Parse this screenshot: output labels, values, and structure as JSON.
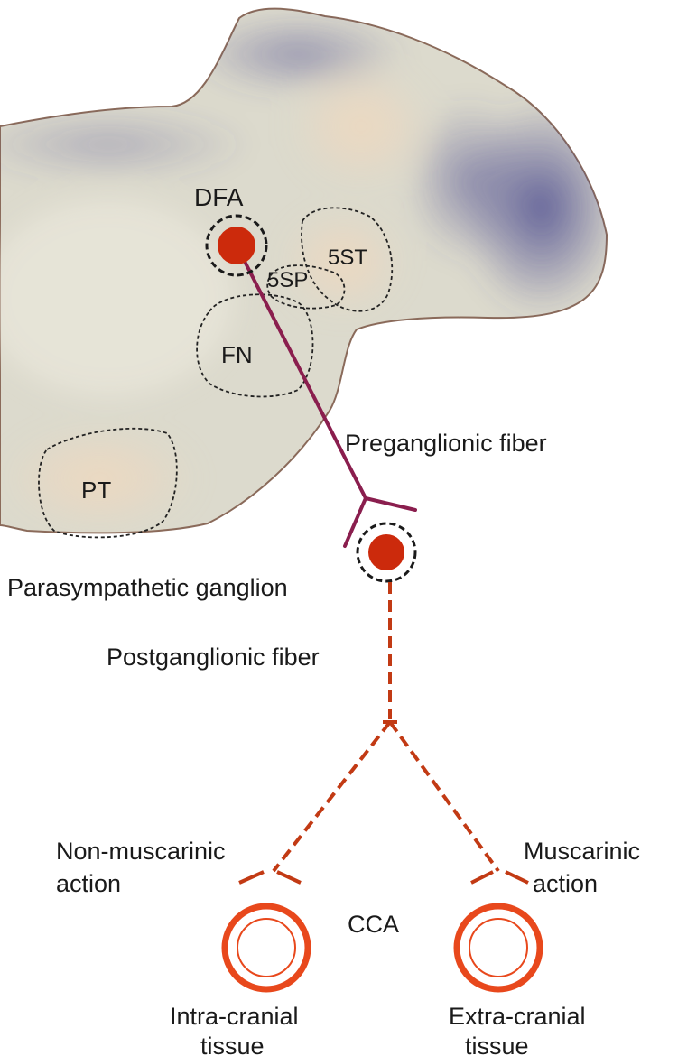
{
  "regions": {
    "dfa": "DFA",
    "st5": "5ST",
    "sp5": "5SP",
    "fn": "FN",
    "pt": "PT"
  },
  "labels": {
    "preganglionic": "Preganglionic fiber",
    "ganglion": "Parasympathetic ganglion",
    "postganglionic": "Postganglionic fiber",
    "non_muscarinic_1": "Non-muscarinic",
    "non_muscarinic_2": "action",
    "muscarinic_1": "Muscarinic",
    "muscarinic_2": "action",
    "cca": "CCA",
    "intra_1": "Intra-cranial",
    "intra_2": "tissue",
    "extra_1": "Extra-cranial",
    "extra_2": "tissue"
  },
  "colors": {
    "preganglionic_line": "#8a1e4e",
    "postganglionic_line": "#c23a14",
    "neuron_fill": "#cc2a0c",
    "vessel_ring": "#e8481c",
    "tissue_base": "#dcdacd",
    "tissue_stain": "#4a4a8e",
    "nucleus_fill": "#efd8be"
  }
}
